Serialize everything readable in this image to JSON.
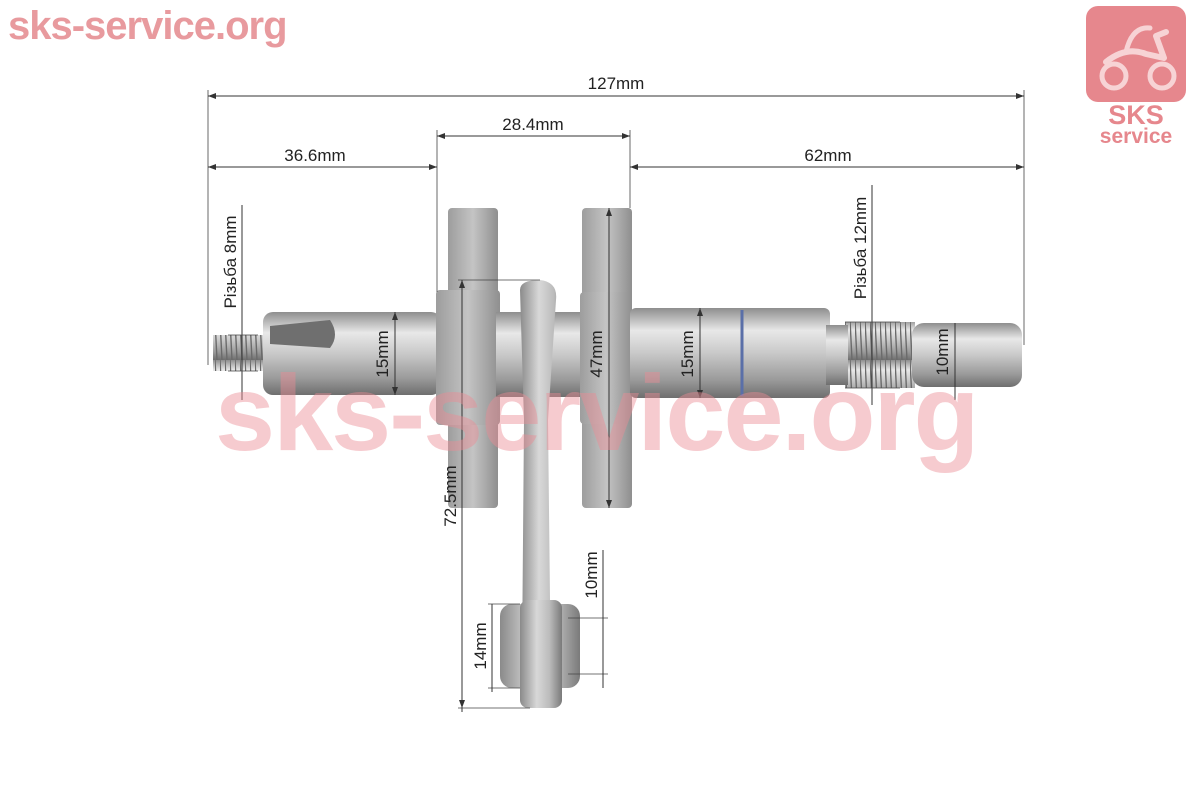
{
  "site_title": "sks-service.org",
  "logo": {
    "brand": "SKS",
    "sub": "service"
  },
  "watermark": "sks-service.org",
  "dimensions": {
    "overall": "127mm",
    "left_shaft": "36.6mm",
    "web_gap": "28.4mm",
    "right_shaft": "62mm",
    "left_thread": "Різьба 8mm",
    "right_thread": "Різьба 12mm",
    "left_diameter": "15mm",
    "web_diameter": "47mm",
    "right_diameter": "15mm",
    "tip_diameter": "10mm",
    "rod_length": "72.5mm",
    "pin_width": "14mm",
    "pin_diameter": "10mm"
  },
  "colors": {
    "watermark": "#ec8c94",
    "logo": "#e6878d",
    "metal": "#b8b8b8"
  }
}
